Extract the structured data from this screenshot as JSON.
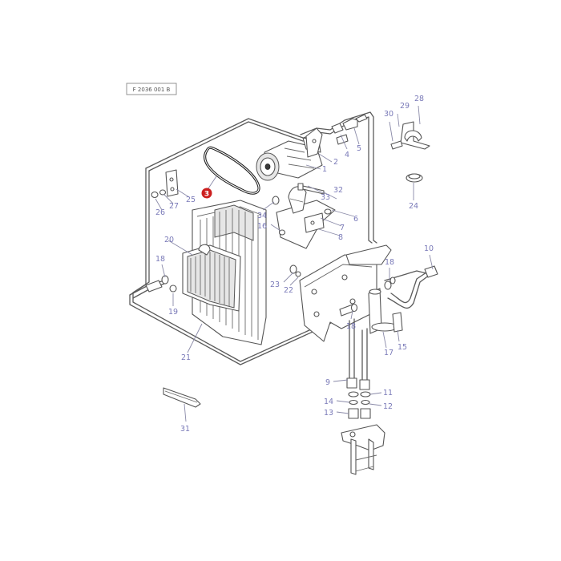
{
  "diagram": {
    "reference_code": "F 2036 001 B",
    "highlight_color": "#cc1f1f",
    "callout_color": "#7a7ab8",
    "highlighted_callout": "3",
    "callouts": [
      "1",
      "2",
      "3",
      "4",
      "5",
      "6",
      "7",
      "8",
      "9",
      "10",
      "11",
      "12",
      "13",
      "14",
      "15",
      "16",
      "17",
      "18",
      "18",
      "18",
      "19",
      "20",
      "21",
      "22",
      "23",
      "24",
      "25",
      "26",
      "27",
      "28",
      "29",
      "30",
      "31",
      "32",
      "33",
      "34"
    ]
  }
}
